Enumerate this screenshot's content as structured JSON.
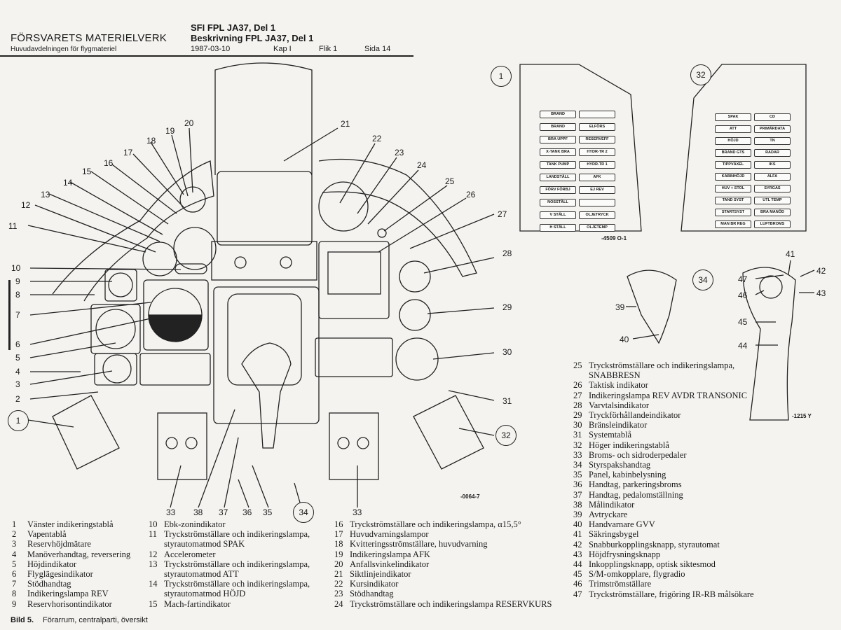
{
  "header": {
    "organization": "FÖRSVARETS MATERIELVERK",
    "department": "Huvudavdelningen för flygmateriel",
    "title_line1": "SFI FPL JA37, Del 1",
    "title_line2": "Beskrivning FPL JA37, Del 1",
    "date": "1987-03-10",
    "chapter": "Kap I",
    "tab": "Flik 1",
    "page": "Sida 14"
  },
  "figure": {
    "main_ref": "-0064-7",
    "left_panel_ref": "-4509 O-1",
    "stick_ref": "-1215 Y",
    "callouts_left": [
      "11",
      "12",
      "13",
      "14",
      "15",
      "16",
      "17",
      "18",
      "19",
      "20",
      "10",
      "9",
      "8",
      "7",
      "6",
      "5",
      "4",
      "3",
      "2",
      "1"
    ],
    "callouts_top": [
      "21",
      "22",
      "23",
      "24",
      "25",
      "26",
      "27",
      "28",
      "29",
      "30",
      "31",
      "32"
    ],
    "callouts_bottom": [
      "33",
      "38",
      "37",
      "36",
      "35",
      "34",
      "33"
    ],
    "stick_callouts": [
      "41",
      "42",
      "47",
      "46",
      "43",
      "45",
      "44",
      "39",
      "40",
      "34"
    ],
    "panel1_id": "1",
    "panel32_id": "32",
    "panel1_labels_left": [
      "BRAND",
      "BRAND",
      "BRA UPPF",
      "X-TANK BRA",
      "TANK PUMP",
      "LANDSTÄLL",
      "FÖRV FÖRBJ",
      "NOSSTÄLL",
      "V STÄLL",
      "H STÄLL"
    ],
    "panel1_labels_right": [
      "",
      "ELFÖRS",
      "RESERVEFF",
      "HYDR-TR 2",
      "HYDR-TR 1",
      "AFK",
      "EJ REV",
      "",
      "OLJETRYCK",
      "OLJETEMP"
    ],
    "panel32_labels_left": [
      "SPAK",
      "ATT",
      "HÖJD",
      "BRAND GTS",
      "TIPPVÄXEL",
      "KABINHÖJD",
      "HUV + STOL",
      "TAND SYST",
      "STARTSYST",
      "MAN BR REG"
    ],
    "panel32_labels_right": [
      "CD",
      "PRIMÄRDATA",
      "TN",
      "RADAR",
      "IKS",
      "ALFA",
      "SYRGAS",
      "UTL TEMP",
      "BRA MANÖD",
      "LUFTBROMS"
    ]
  },
  "legend": {
    "col1": [
      {
        "num": "1",
        "text": "Vänster indikeringstablå"
      },
      {
        "num": "2",
        "text": "Vapentablå"
      },
      {
        "num": "3",
        "text": "Reservhöjdmätare"
      },
      {
        "num": "4",
        "text": "Manöverhandtag, reversering"
      },
      {
        "num": "5",
        "text": "Höjdindikator"
      },
      {
        "num": "6",
        "text": "Flyglägesindikator"
      },
      {
        "num": "7",
        "text": "Stödhandtag"
      },
      {
        "num": "8",
        "text": "Indikeringslampa REV"
      },
      {
        "num": "9",
        "text": "Reservhorisontindikator"
      }
    ],
    "col2": [
      {
        "num": "10",
        "text": "Ebk-zonindikator"
      },
      {
        "num": "11",
        "text": "Tryckströmställare och indikeringslampa,",
        "cont": "styrautomatmod SPAK"
      },
      {
        "num": "12",
        "text": "Accelerometer"
      },
      {
        "num": "13",
        "text": "Tryckströmställare och indikeringslampa,",
        "cont": "styrautomatmod ATT"
      },
      {
        "num": "14",
        "text": "Tryckströmställare och indikeringslampa,",
        "cont": "styrautomatmod HÖJD"
      },
      {
        "num": "15",
        "text": "Mach-fartindikator"
      }
    ],
    "col3": [
      {
        "num": "16",
        "text": "Tryckströmställare och indikeringslampa, α15,5°"
      },
      {
        "num": "17",
        "text": "Huvudvarningslampor"
      },
      {
        "num": "18",
        "text": "Kvitteringsströmställare, huvudvarning"
      },
      {
        "num": "19",
        "text": "Indikeringslampa AFK"
      },
      {
        "num": "20",
        "text": "Anfallsvinkelindikator"
      },
      {
        "num": "21",
        "text": "Siktlinjeindikator"
      },
      {
        "num": "22",
        "text": "Kursindikator"
      },
      {
        "num": "23",
        "text": "Stödhandtag"
      },
      {
        "num": "24",
        "text": "Tryckströmställare och indikeringslampa RESERVKURS"
      }
    ],
    "col4": [
      {
        "num": "25",
        "text": "Tryckströmställare och indikeringslampa,",
        "cont": "SNABBRESN"
      },
      {
        "num": "26",
        "text": "Taktisk indikator"
      },
      {
        "num": "27",
        "text": "Indikeringslampa REV AVDR TRANSONIC"
      },
      {
        "num": "28",
        "text": "Varvtalsindikator"
      },
      {
        "num": "29",
        "text": "Tryckförhållandeindikator"
      },
      {
        "num": "30",
        "text": "Bränsleindikator"
      },
      {
        "num": "31",
        "text": "Systemtablå"
      },
      {
        "num": "32",
        "text": "Höger indikeringstablå"
      },
      {
        "num": "33",
        "text": "Broms- och sidroderpedaler"
      },
      {
        "num": "34",
        "text": "Styrspakshandtag"
      },
      {
        "num": "35",
        "text": "Panel, kabinbelysning"
      },
      {
        "num": "36",
        "text": "Handtag, parkeringsbroms"
      },
      {
        "num": "37",
        "text": "Handtag, pedalomställning"
      },
      {
        "num": "38",
        "text": "Målindikator"
      },
      {
        "num": "39",
        "text": "Avtryckare"
      },
      {
        "num": "40",
        "text": "Handvarnare GVV"
      },
      {
        "num": "41",
        "text": "Säkringsbygel"
      },
      {
        "num": "42",
        "text": "Snabburkopplingsknapp, styrautomat"
      },
      {
        "num": "43",
        "text": "Höjdfrysningsknapp"
      },
      {
        "num": "44",
        "text": "Inkopplingsknapp, optisk siktesmod"
      },
      {
        "num": "45",
        "text": "S/M-omkopplare, flygradio"
      },
      {
        "num": "46",
        "text": "Trimströmställare"
      },
      {
        "num": "47",
        "text": "Tryckströmställare, frigöring IR-RB målsökare"
      }
    ]
  },
  "caption": {
    "label": "Bild 5.",
    "text": "Förarrum, centralparti, översikt"
  }
}
